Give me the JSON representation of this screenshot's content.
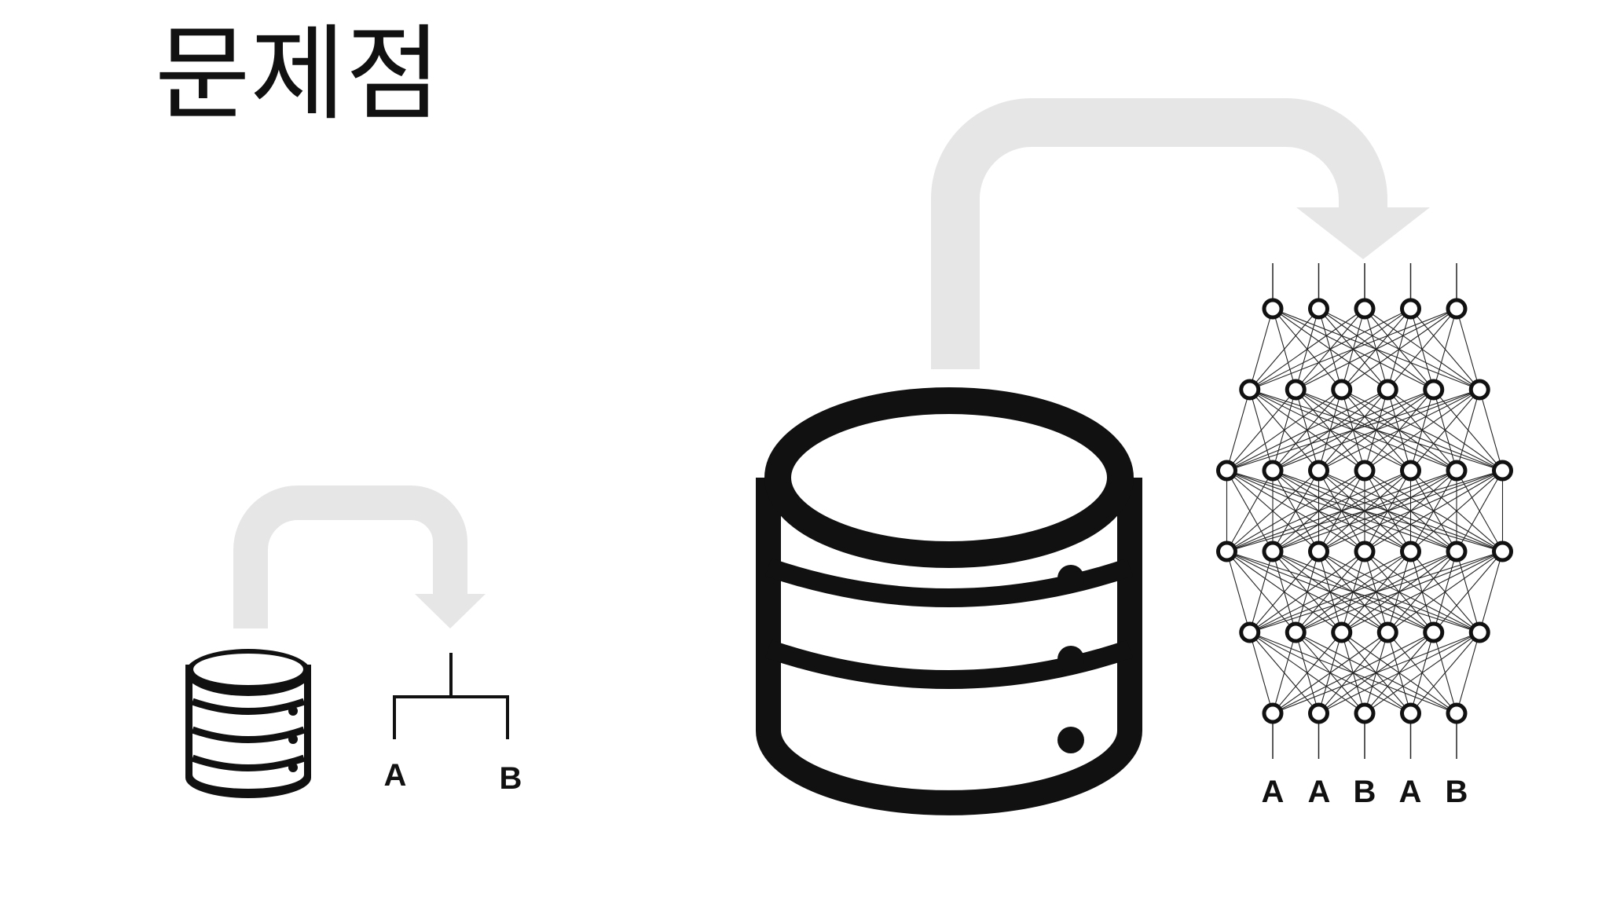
{
  "slide": {
    "title": "문제점",
    "background": "#ffffff",
    "ink_color": "#111111",
    "arrow_color": "#e6e6e6"
  },
  "small_model": {
    "database_icon": "database-icon",
    "arrow_icon": "curved-arrow-icon",
    "tree_icon": "decision-tree-icon",
    "leaf_labels": [
      "A",
      "B"
    ]
  },
  "large_model": {
    "database_icon": "database-icon",
    "arrow_icon": "curved-arrow-icon",
    "network_icon": "neural-network-icon",
    "layer_node_counts": [
      5,
      6,
      7,
      7,
      6,
      5
    ],
    "output_labels": [
      "A",
      "A",
      "B",
      "A",
      "B"
    ]
  }
}
